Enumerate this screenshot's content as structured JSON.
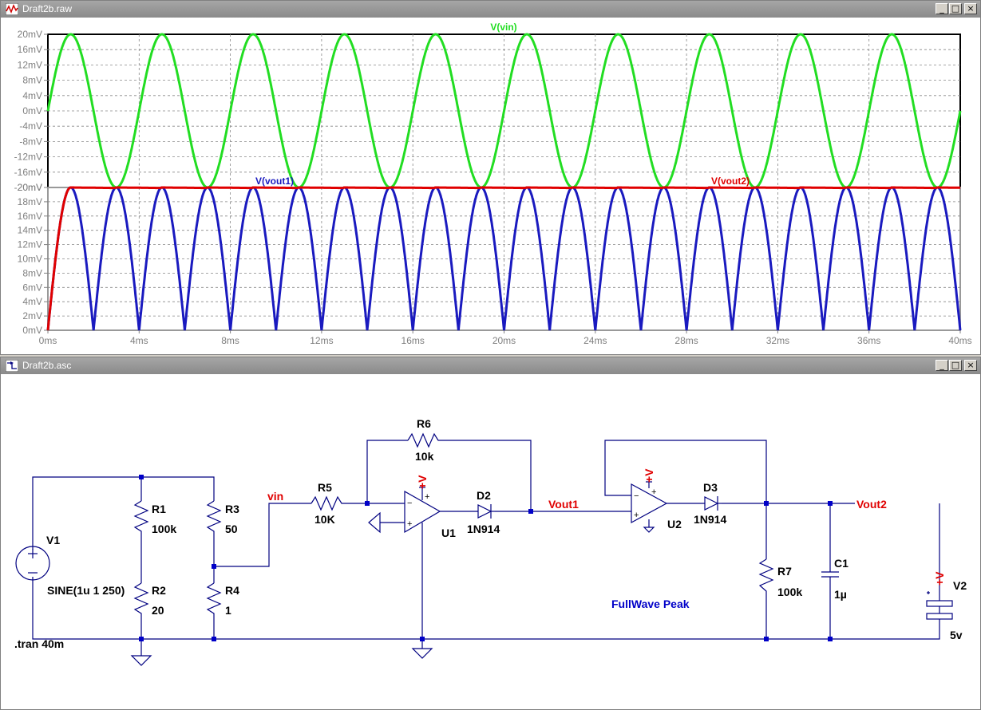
{
  "waveform_window": {
    "title": "Draft2b.raw",
    "top_pane": {
      "trace_label": "V(vin)",
      "y_ticks": [
        "20mV",
        "16mV",
        "12mV",
        "8mV",
        "4mV",
        "0mV",
        "-4mV",
        "-8mV",
        "-12mV",
        "-16mV",
        "-20mV"
      ]
    },
    "bottom_pane": {
      "trace1_label": "V(vout1)",
      "trace2_label": "V(vout2)",
      "y_ticks": [
        "20mV",
        "18mV",
        "16mV",
        "14mV",
        "12mV",
        "10mV",
        "8mV",
        "6mV",
        "4mV",
        "2mV",
        "0mV"
      ],
      "x_ticks": [
        "0ms",
        "4ms",
        "8ms",
        "12ms",
        "16ms",
        "20ms",
        "24ms",
        "28ms",
        "32ms",
        "36ms",
        "40ms"
      ]
    }
  },
  "schematic_window": {
    "title": "Draft2b.asc",
    "components": {
      "v1_name": "V1",
      "v1_value": "SINE(1u 1 250)",
      "r1_name": "R1",
      "r1_value": "100k",
      "r2_name": "R2",
      "r2_value": "20",
      "r3_name": "R3",
      "r3_value": "50",
      "r4_name": "R4",
      "r4_value": "1",
      "r5_name": "R5",
      "r5_value": "10K",
      "r6_name": "R6",
      "r6_value": "10k",
      "r7_name": "R7",
      "r7_value": "100k",
      "d2_name": "D2",
      "d2_value": "1N914",
      "d3_name": "D3",
      "d3_value": "1N914",
      "u1_name": "U1",
      "u2_name": "U2",
      "c1_name": "C1",
      "c1_value": "1µ",
      "v2_name": "V2",
      "v2_value": "5v",
      "supply_label": "+V"
    },
    "nets": {
      "vin": "vin",
      "vout1": "Vout1",
      "vout2": "Vout2"
    },
    "directive": ".tran 40m",
    "comment": "FullWave Peak"
  },
  "window_buttons": {
    "minimize": "_",
    "maximize": "□",
    "close": "×"
  },
  "icons": [
    "waveform-window-icon",
    "schematic-window-icon"
  ],
  "colors": {
    "vin_trace": "#22dd22",
    "vout1_trace": "#1a1abf",
    "vout2_trace": "#e00000",
    "net_label": "#e00000",
    "wire": "#000080",
    "comment": "#0000c8"
  },
  "chart_data": [
    {
      "type": "line",
      "series": [
        {
          "name": "V(vin)",
          "function": "sine",
          "amplitude_mV": 20,
          "frequency_Hz": 250,
          "offset_mV": 0
        }
      ],
      "x_unit": "ms",
      "xlim": [
        0,
        40
      ],
      "y_unit": "mV",
      "ylim": [
        -20,
        20
      ],
      "grid": true
    },
    {
      "type": "line",
      "series": [
        {
          "name": "V(vout1)",
          "function": "full-wave rectified sine",
          "peak_mV": 20,
          "frequency_Hz": 250
        },
        {
          "name": "V(vout2)",
          "function": "peak hold",
          "peak_mV": 20,
          "end_mV": 19.3
        }
      ],
      "x_unit": "ms",
      "xlim": [
        0,
        40
      ],
      "y_unit": "mV",
      "ylim": [
        0,
        20
      ],
      "grid": true
    }
  ]
}
